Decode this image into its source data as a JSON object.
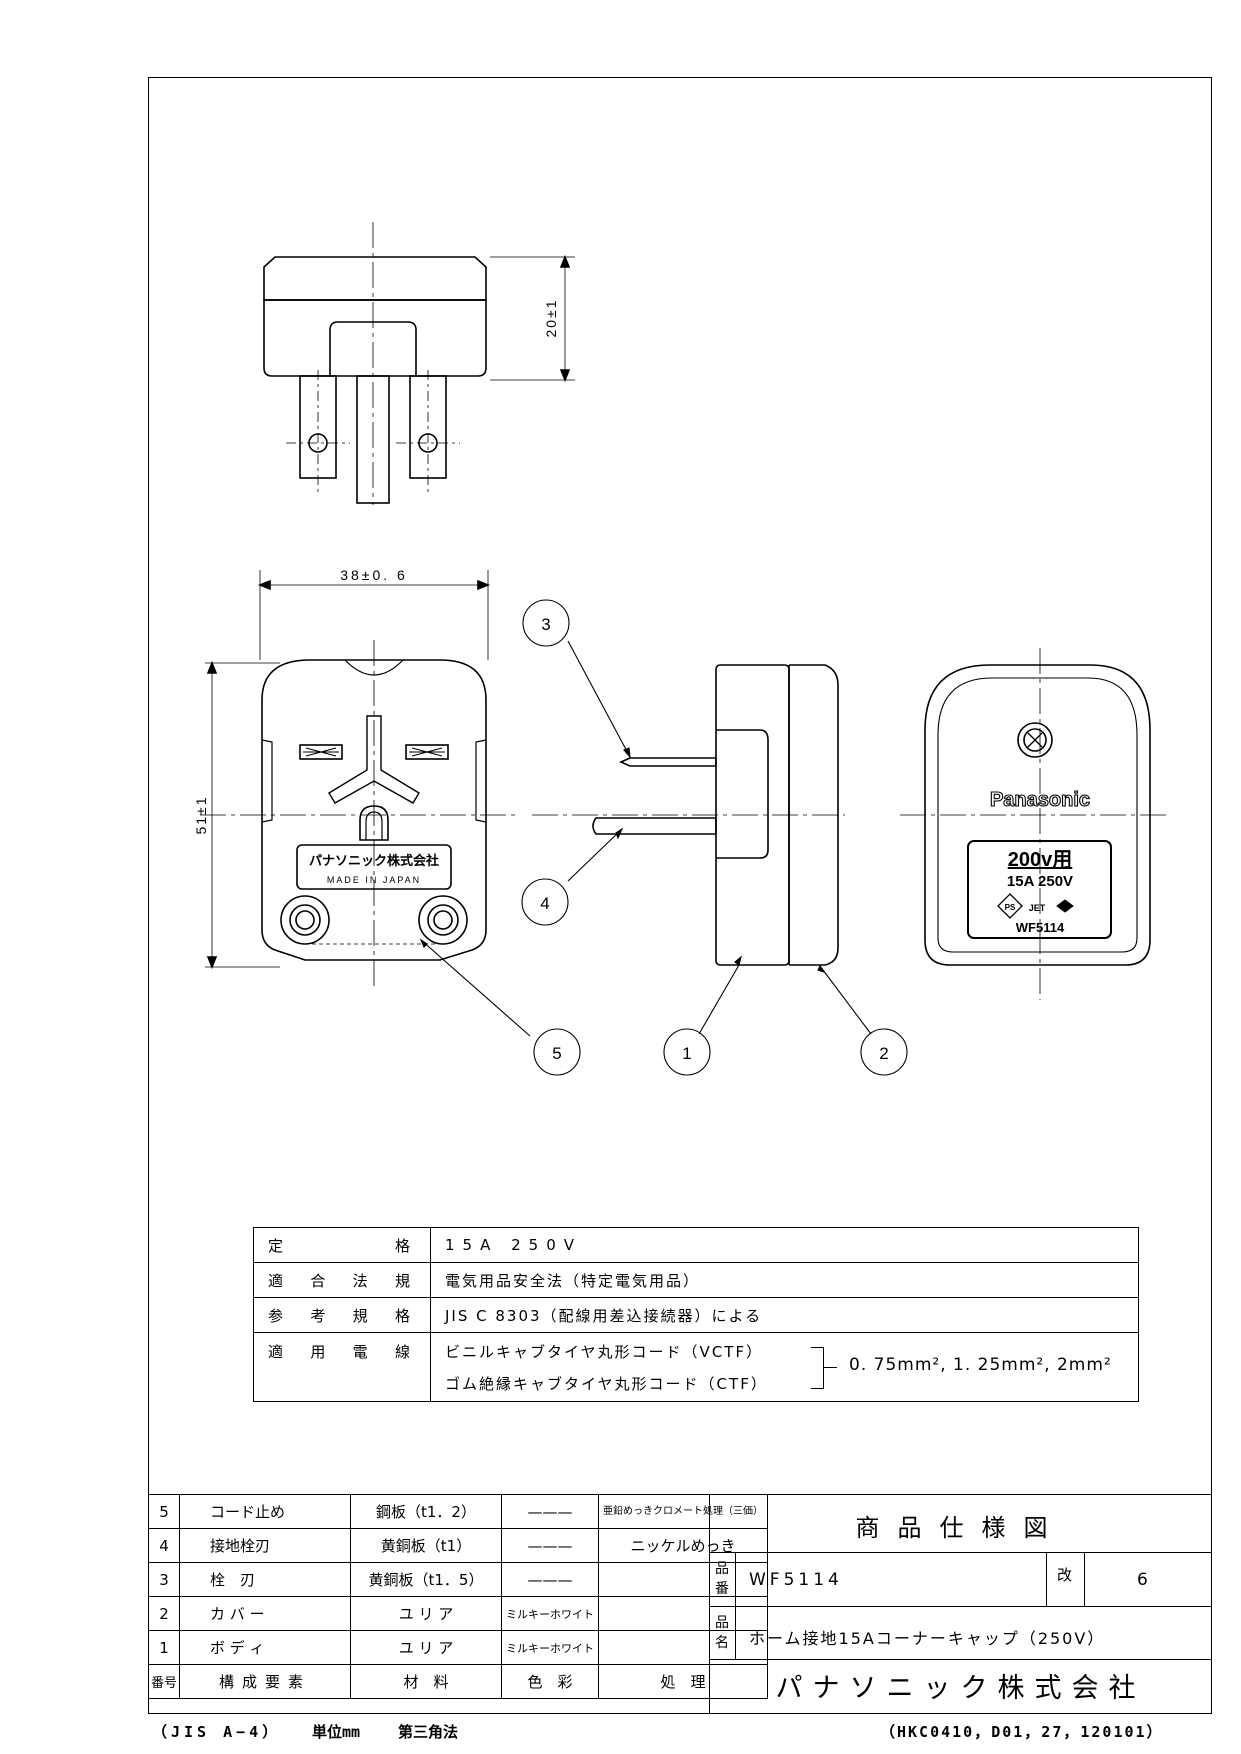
{
  "dims": {
    "height_top": "20±1",
    "width": "38±0. 6",
    "height_front": "51±1"
  },
  "face_label": {
    "company": "パナソニック株式会社",
    "made_in": "MADE IN JAPAN"
  },
  "back_label": {
    "brand": "Panasonic",
    "voltage_use": "200v用",
    "rating": "15A 250V",
    "cert": "JET",
    "model": "WF5114"
  },
  "balloons": [
    "1",
    "2",
    "3",
    "4",
    "5"
  ],
  "spec": {
    "rating_label": "定格",
    "rating_value": "15A 250V",
    "law_label": "適合法規",
    "law_value": "電気用品安全法（特定電気用品）",
    "standard_label": "参考規格",
    "standard_value": "JIS C 8303（配線用差込接続器）による",
    "wire_label": "適用電線",
    "wire_1": "ビニルキャブタイヤ丸形コード（VCTF）",
    "wire_2": "ゴム絶縁キャブタイヤ丸形コード（CTF）",
    "wire_sizes": "0. 75mm², 1. 25mm², 2mm²"
  },
  "parts": {
    "rows": [
      {
        "no": "5",
        "name": "コード止め",
        "material": "鋼板（t1．2）",
        "color": "———",
        "treatment": "亜鉛めっきクロメート処理（三価）"
      },
      {
        "no": "4",
        "name": "接地栓刃",
        "material": "黄銅板（t1）",
        "color": "———",
        "treatment": "ニッケルめっき"
      },
      {
        "no": "3",
        "name": "栓　刃",
        "material": "黄銅板（t1．5）",
        "color": "———",
        "treatment": ""
      },
      {
        "no": "2",
        "name": "カ バ ー",
        "material": "ユ リ ア",
        "color": "ミルキーホワイト",
        "treatment": ""
      },
      {
        "no": "1",
        "name": "ボ デ ィ",
        "material": "ユ リ ア",
        "color": "ミルキーホワイト",
        "treatment": ""
      }
    ],
    "header": {
      "no": "番号",
      "name": "構成要素",
      "material": "材　料",
      "color": "色　彩",
      "treatment": "処　理"
    }
  },
  "title_block": {
    "title": "商品仕様図",
    "part_no_label": "品番",
    "part_no": "WF5114",
    "rev_label": "改",
    "rev": "6",
    "name_label": "品名",
    "name": "ホーム接地15Aコーナーキャップ（250V）",
    "company": "パナソニック株式会社"
  },
  "footer": {
    "left": "（JIS A−4）",
    "unit": "単位mm",
    "projection": "第三角法",
    "code": "（HKC0410，D01，27，120101）"
  }
}
